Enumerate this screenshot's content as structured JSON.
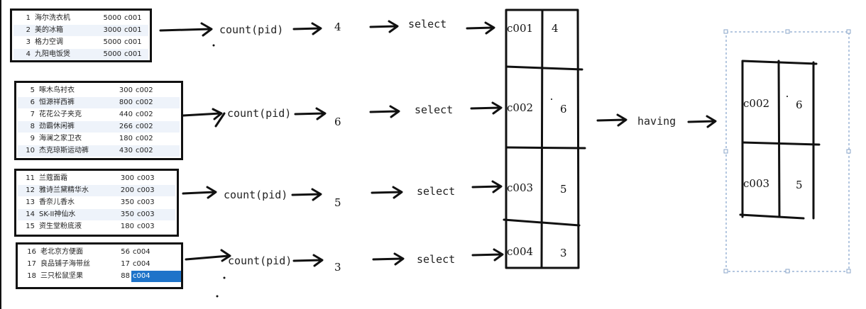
{
  "groups": [
    {
      "rows": [
        {
          "id": "1",
          "name": "海尔洗衣机",
          "price": "5000",
          "cid": "c001"
        },
        {
          "id": "2",
          "name": "美的冰箱",
          "price": "3000",
          "cid": "c001"
        },
        {
          "id": "3",
          "name": "格力空调",
          "price": "5000",
          "cid": "c001"
        },
        {
          "id": "4",
          "name": "九阳电饭煲",
          "price": "5000",
          "cid": "c001"
        }
      ]
    },
    {
      "rows": [
        {
          "id": "5",
          "name": "啄木鸟衬衣",
          "price": "300",
          "cid": "c002"
        },
        {
          "id": "6",
          "name": "恒源祥西裤",
          "price": "800",
          "cid": "c002"
        },
        {
          "id": "7",
          "name": "花花公子夹克",
          "price": "440",
          "cid": "c002"
        },
        {
          "id": "8",
          "name": "劲霸休闲裤",
          "price": "266",
          "cid": "c002"
        },
        {
          "id": "9",
          "name": "海澜之家卫衣",
          "price": "180",
          "cid": "c002"
        },
        {
          "id": "10",
          "name": "杰克琼斯运动裤",
          "price": "430",
          "cid": "c002"
        }
      ]
    },
    {
      "rows": [
        {
          "id": "11",
          "name": "兰蔻面霜",
          "price": "300",
          "cid": "c003"
        },
        {
          "id": "12",
          "name": "雅诗兰黛精华水",
          "price": "200",
          "cid": "c003"
        },
        {
          "id": "13",
          "name": "香奈儿香水",
          "price": "350",
          "cid": "c003"
        },
        {
          "id": "14",
          "name": "SK-II神仙水",
          "price": "350",
          "cid": "c003"
        },
        {
          "id": "15",
          "name": "资生堂粉底液",
          "price": "180",
          "cid": "c003"
        }
      ]
    },
    {
      "rows": [
        {
          "id": "16",
          "name": "老北京方便面",
          "price": "56",
          "cid": "c004"
        },
        {
          "id": "17",
          "name": "良品铺子海带丝",
          "price": "17",
          "cid": "c004"
        },
        {
          "id": "18",
          "name": "三只松鼠坚果",
          "price": "88",
          "cid": "c004"
        }
      ]
    }
  ],
  "count_label": "count(pid)",
  "counts": [
    "4",
    "6",
    "5",
    "3"
  ],
  "select_label": "select",
  "having_label": "having",
  "result_table": [
    {
      "cid": "c001",
      "count": "4"
    },
    {
      "cid": "c002",
      "count": "6"
    },
    {
      "cid": "c003",
      "count": "5"
    },
    {
      "cid": "c004",
      "count": "3"
    }
  ],
  "filtered_table": [
    {
      "cid": "c002",
      "count": "6"
    },
    {
      "cid": "c003",
      "count": "5"
    }
  ]
}
